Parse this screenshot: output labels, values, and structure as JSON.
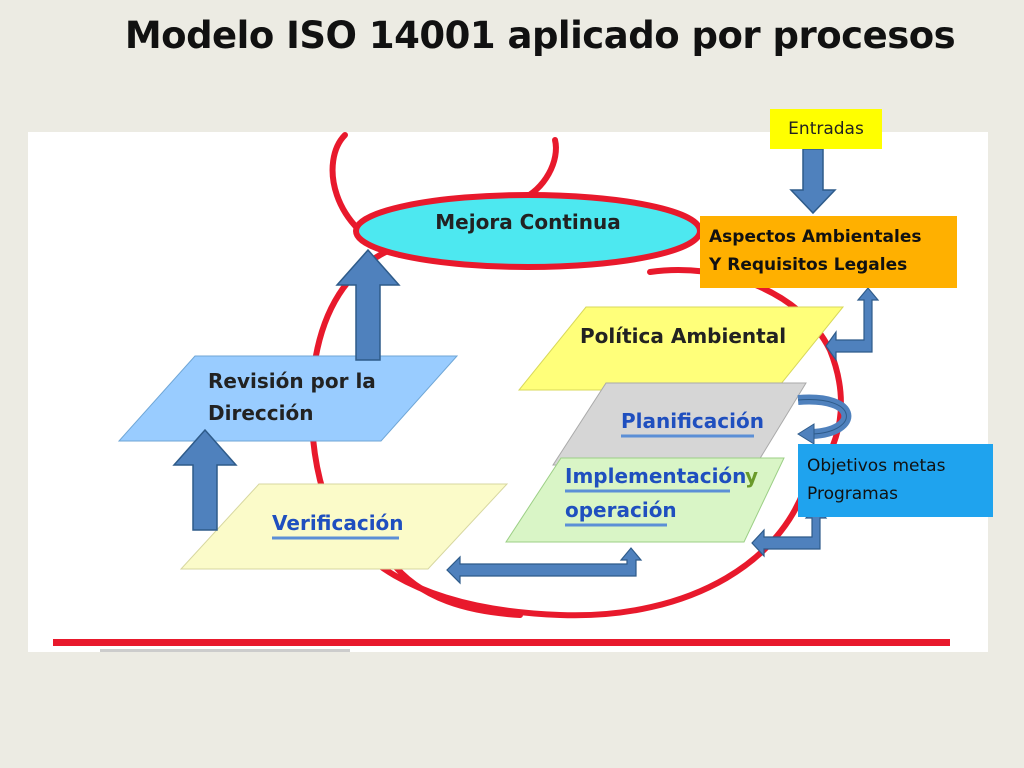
{
  "slide": {
    "title": "Modelo  ISO 14001 aplicado por procesos"
  },
  "diagram": {
    "mejora": "Mejora  Continua",
    "politica": "Política  Ambiental",
    "planificacion": "Planificación",
    "implementacion_1": "Implementación",
    "implementacion_y": "y",
    "implementacion_2": "operación",
    "verificacion": "Verificación",
    "revision_1": "Revisión  por  la",
    "revision_2": "Dirección"
  },
  "callouts": {
    "entradas": "Entradas",
    "aspectos_1": "Aspectos Ambientales",
    "aspectos_2": "Y Requisitos Legales",
    "objetivos_1": "Objetivos  metas",
    "objetivos_2": "Programas"
  },
  "colors": {
    "cycle": "#e8192c",
    "mejora_fill": "#4de8f0",
    "politica_fill": "#ffff7a",
    "planificacion_fill": "#d6d6d6",
    "implementacion_fill": "#d9f5c6",
    "verificacion_fill": "#fbfbc9",
    "revision_fill": "#99ccff",
    "arrow_fill": "#4f81bd",
    "link_text": "#1f4fbf"
  }
}
